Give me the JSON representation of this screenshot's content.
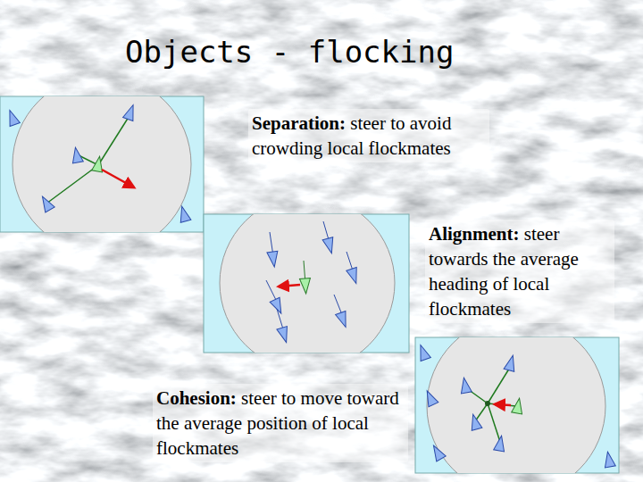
{
  "diagram": {
    "title": "Objects - flocking",
    "labels": [
      "Separation: steer to avoid crowding local flockmates",
      "Alignment: steer towards the average heading of local flockmates",
      "Cohesion: steer to move toward the average position of local flockmates"
    ]
  }
}
